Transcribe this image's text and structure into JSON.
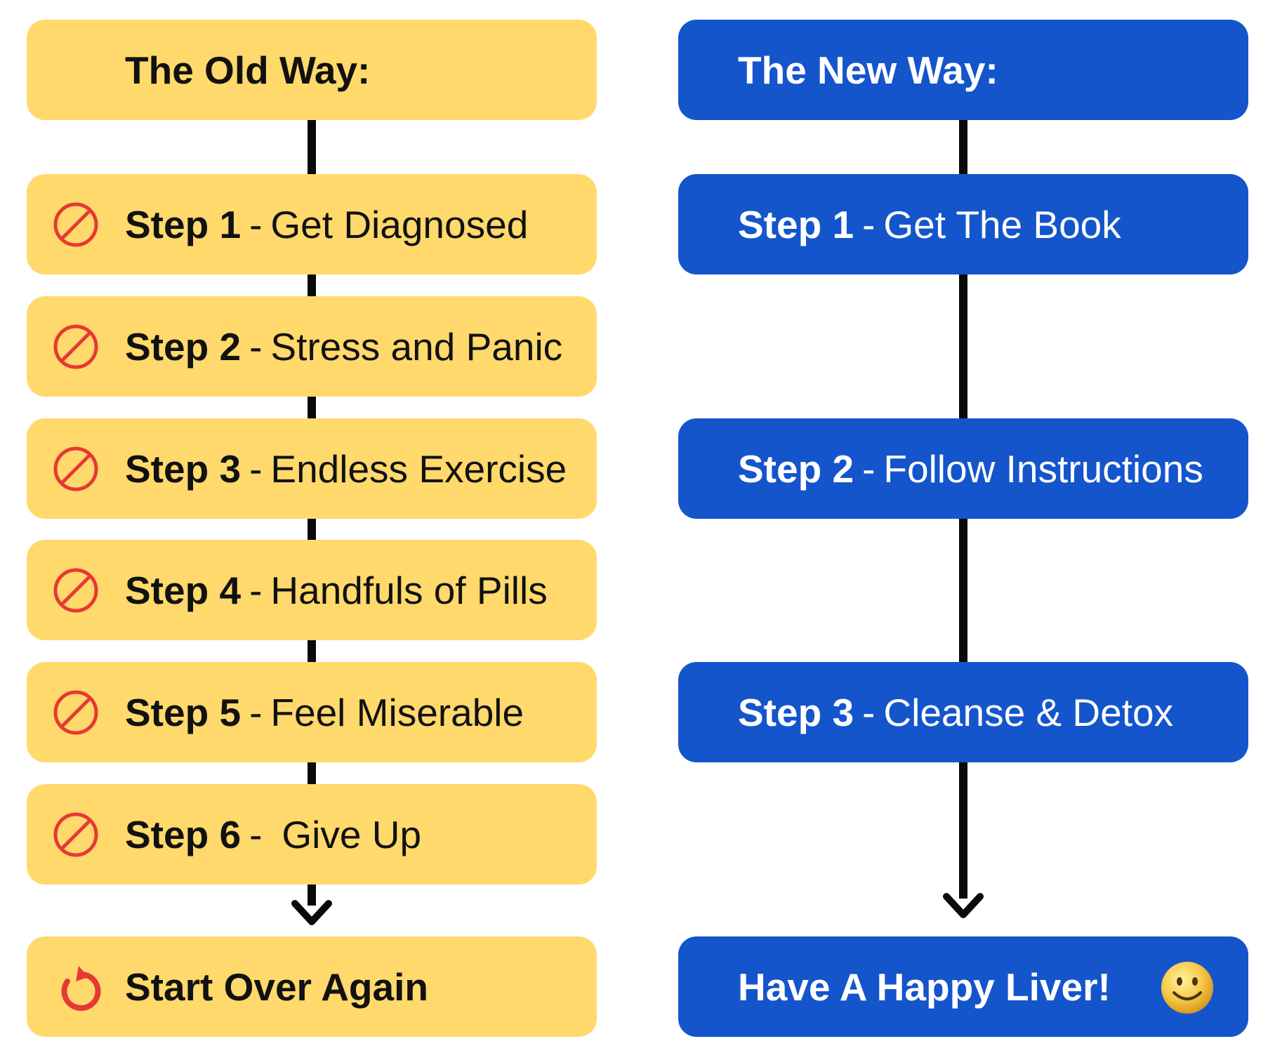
{
  "old_way": {
    "title": "The Old Way:",
    "steps": [
      {
        "label": "Step 1",
        "sep": "-",
        "text": "Get Diagnosed"
      },
      {
        "label": "Step 2",
        "sep": "-",
        "text": "Stress and Panic"
      },
      {
        "label": "Step 3",
        "sep": "-",
        "text": "Endless Exercise"
      },
      {
        "label": "Step 4",
        "sep": "-",
        "text": "Handfuls of Pills"
      },
      {
        "label": "Step 5",
        "sep": "-",
        "text": "Feel Miserable"
      },
      {
        "label": "Step 6",
        "sep": "-",
        "text": "Give Up"
      }
    ],
    "final": "Start Over Again",
    "step_icon": "ban-icon",
    "final_icon": "refresh-icon"
  },
  "new_way": {
    "title": "The New Way:",
    "steps": [
      {
        "label": "Step 1",
        "sep": "-",
        "text": "Get The Book"
      },
      {
        "label": "Step 2",
        "sep": "-",
        "text": "Follow Instructions"
      },
      {
        "label": "Step 3",
        "sep": "-",
        "text": "Cleanse & Detox"
      }
    ],
    "final": "Have A Happy Liver!",
    "final_icon": "smiley-icon"
  },
  "colors": {
    "old_box": "#ffd96b",
    "new_box": "#1455cc",
    "icon_red": "#e53935",
    "connector": "#0a0a0a"
  }
}
